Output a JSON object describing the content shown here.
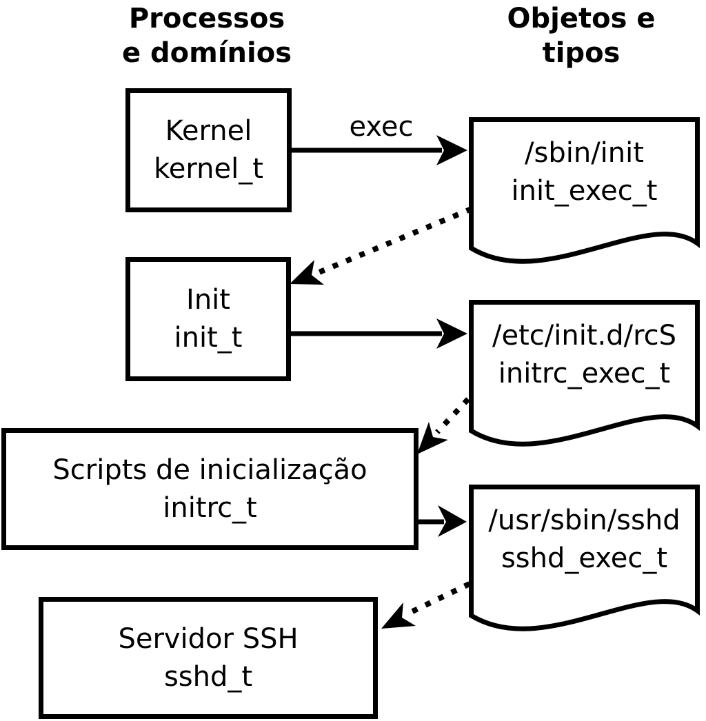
{
  "diagram": {
    "title_columns": {
      "left_line1": "Processos",
      "left_line2": "e domínios",
      "right_line1": "Objetos e",
      "right_line2": "tipos"
    },
    "processes": [
      {
        "name": "Kernel",
        "type": "kernel_t"
      },
      {
        "name": "Init",
        "type": "init_t"
      },
      {
        "name": "Scripts de inicialização",
        "type": "initrc_t"
      },
      {
        "name": "Servidor SSH",
        "type": "sshd_t"
      }
    ],
    "objects": [
      {
        "path": "/sbin/init",
        "type": "init_exec_t"
      },
      {
        "path": "/etc/init.d/rcS",
        "type": "initrc_exec_t"
      },
      {
        "path": "/usr/sbin/sshd",
        "type": "sshd_exec_t"
      }
    ],
    "edges": {
      "exec_label": "exec",
      "solid": [
        {
          "from": "kernel_t",
          "to": "init_exec_t",
          "label": "exec"
        },
        {
          "from": "init_t",
          "to": "initrc_exec_t",
          "label": ""
        },
        {
          "from": "initrc_t",
          "to": "sshd_exec_t",
          "label": ""
        }
      ],
      "dotted": [
        {
          "from": "init_exec_t",
          "to": "init_t"
        },
        {
          "from": "initrc_exec_t",
          "to": "initrc_t"
        },
        {
          "from": "sshd_exec_t",
          "to": "sshd_t"
        }
      ]
    },
    "colors": {
      "foreground": "#000000",
      "background": "#ffffff"
    }
  }
}
